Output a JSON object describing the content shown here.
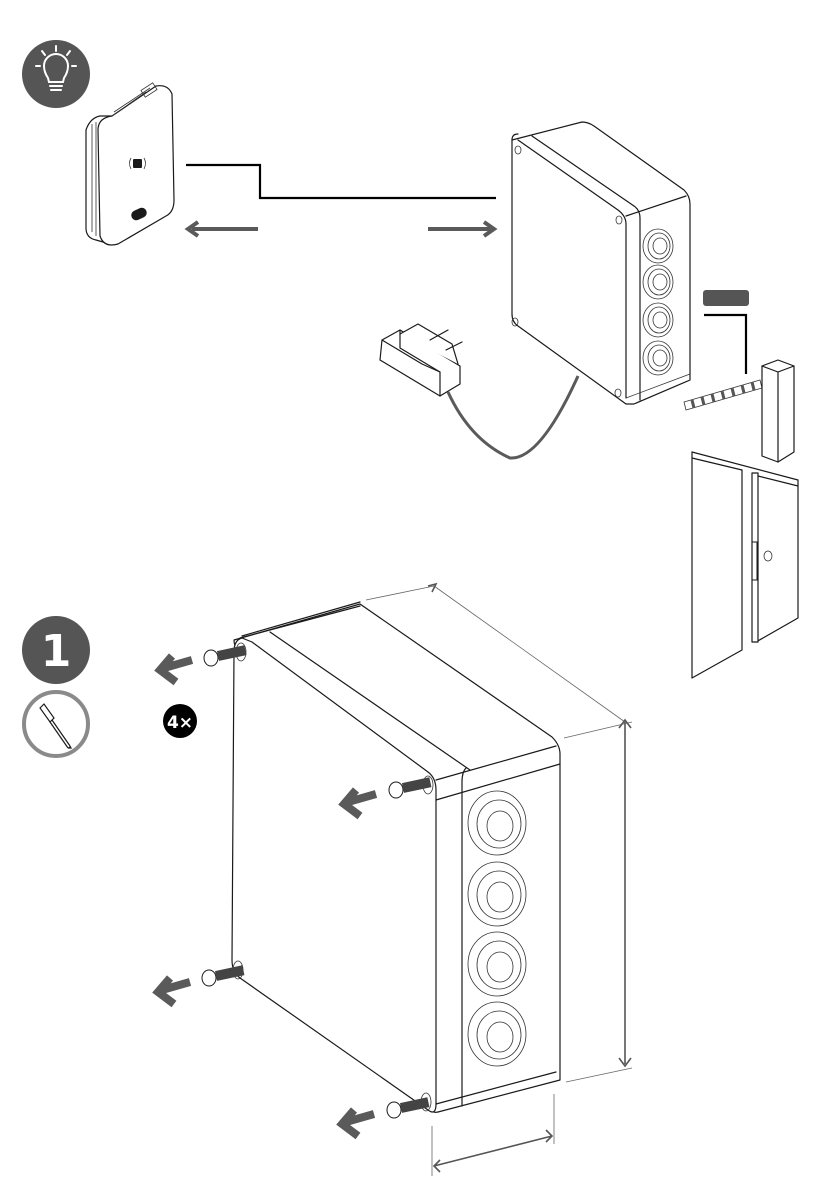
{
  "page": {
    "type": "installation-manual-illustration"
  },
  "tip_badge": {
    "icon": "lightbulb-icon",
    "color": "#555555"
  },
  "overview": {
    "components": [
      "reader-device",
      "controller-box",
      "power-adapter",
      "barrier-gate",
      "door"
    ],
    "arrow_color": "#5a5a5a",
    "connector_color": "#000000",
    "cable_color": "#5a5a5a",
    "label_tag_color": "#555555"
  },
  "step": {
    "number": "1",
    "badge_color": "#555555",
    "tool_icon": "screwdriver-icon",
    "tool_ring_color": "#8a8a8a",
    "quantity_label": "4×",
    "quantity_badge_color": "#000000",
    "action": "remove-screws",
    "screw_count": 4
  }
}
